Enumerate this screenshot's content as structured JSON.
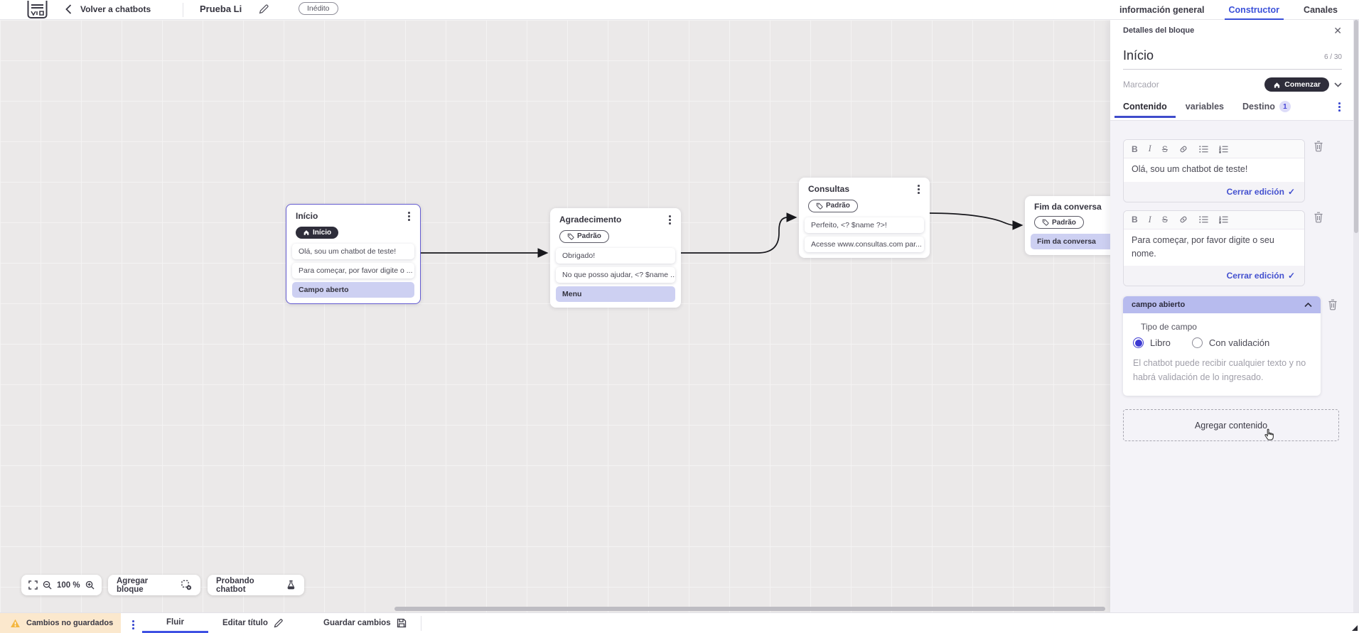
{
  "header": {
    "back_label": "Volver a chatbots",
    "title": "Prueba Li",
    "status_badge": "Inédito",
    "tabs": [
      {
        "label": "información general",
        "active": false
      },
      {
        "label": "Constructor",
        "active": true
      },
      {
        "label": "Canales",
        "active": false
      }
    ]
  },
  "canvas": {
    "blocks": [
      {
        "title": "Início",
        "badge": {
          "label": "Início",
          "type": "start"
        },
        "rows": [
          {
            "text": "Olá, sou um chatbot de teste!",
            "highlight": false
          },
          {
            "text": "Para começar, por favor digite o ...",
            "highlight": false
          },
          {
            "text": "Campo aberto",
            "highlight": true
          }
        ],
        "selected": true
      },
      {
        "title": "Agradecimento",
        "badge": {
          "label": "Padrão",
          "type": "default"
        },
        "rows": [
          {
            "text": "Obrigado!",
            "highlight": false
          },
          {
            "text": "No que posso ajudar, <? $name ...",
            "highlight": false
          },
          {
            "text": "Menu",
            "highlight": true
          }
        ],
        "selected": false
      },
      {
        "title": "Consultas",
        "badge": {
          "label": "Padrão",
          "type": "default"
        },
        "rows": [
          {
            "text": "Perfeito, <? $name ?>!",
            "highlight": false
          },
          {
            "text": "Acesse www.consultas.com par...",
            "highlight": false
          }
        ],
        "selected": false
      },
      {
        "title": "Fim da conversa",
        "badge": {
          "label": "Padrão",
          "type": "default"
        },
        "rows": [
          {
            "text": "Fim da conversa",
            "highlight": true
          }
        ],
        "selected": false
      }
    ],
    "toolbar": {
      "zoom_level": "100 %",
      "add_block_label": "Agregar bloque",
      "test_chatbot_label": "Probando chatbot"
    }
  },
  "panel": {
    "header_title": "Detalles del bloque",
    "block_name": "Início",
    "char_counter": "6 / 30",
    "marker_label": "Marcador",
    "marker_value": "Comenzar",
    "tabs": [
      {
        "label": "Contenido",
        "active": true
      },
      {
        "label": "variables",
        "active": false
      },
      {
        "label": "Destino",
        "active": false,
        "badge": "1"
      }
    ],
    "editor_toolbar": {
      "bold": "B",
      "italic": "I",
      "strike": "S"
    },
    "editors": [
      {
        "text": "Olá, sou um chatbot de teste!",
        "close_label": "Cerrar edición"
      },
      {
        "text": "Para começar, por favor digite o seu nome.",
        "close_label": "Cerrar edición"
      }
    ],
    "open_field": {
      "header": "campo abierto",
      "type_label": "Tipo de campo",
      "options": [
        {
          "label": "Libro",
          "selected": true
        },
        {
          "label": "Con validación",
          "selected": false
        }
      ],
      "description": "El chatbot puede recibir cualquier texto y no habrá validación de lo ingresado."
    },
    "add_content_label": "Agregar contenido"
  },
  "footer": {
    "unsaved_label": "Cambios no guardados",
    "flow_tab": "Fluir",
    "edit_title_label": "Editar título",
    "save_label": "Guardar cambios"
  },
  "colors": {
    "accent": "#3f4ccb",
    "tab_active": "#3a50d9",
    "selected_block_border": "#635bd0",
    "highlight_row": "#cdd0f2",
    "dark_pill": "#2e2d3a",
    "field_header": "#b7bbee",
    "warning_bg": "#fbe8cd",
    "warning_icon": "#f4b63f"
  },
  "icons": {
    "app-logo": "brand mark",
    "back-icon": "chevron-left",
    "edit-pencil-icon": "pencil",
    "home-icon": "house",
    "tag-icon": "label tag",
    "kebab-icon": "3 vertical dots",
    "close-icon": "x",
    "chevron-down-icon": "v",
    "chevron-up-icon": "^",
    "bold-icon": "B",
    "italic-icon": "I",
    "strikethrough-icon": "S",
    "link-icon": "chain",
    "bullet-list-icon": "list",
    "numbered-list-icon": "ordered list",
    "trash-icon": "trash can",
    "check-icon": "checkmark",
    "radio-icon": "radio circle",
    "fullscreen-icon": "corners",
    "zoom-out-icon": "magnifier minus",
    "zoom-in-icon": "magnifier plus",
    "add-block-icon": "dashed square plus",
    "flask-icon": "test flask",
    "warning-icon": "triangle !",
    "save-icon": "floppy disk",
    "hand-cursor-icon": "pointing hand"
  }
}
